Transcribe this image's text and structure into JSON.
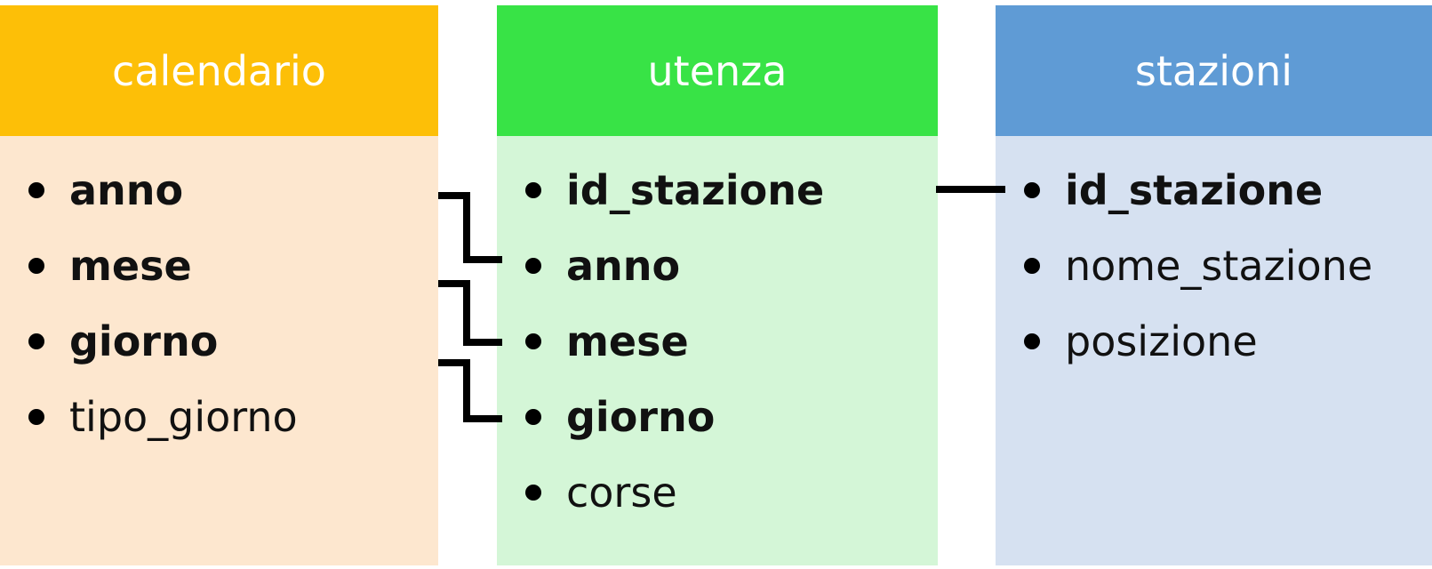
{
  "tables": [
    {
      "id": "calendario",
      "title": "calendario",
      "header_color": "#FDBF07",
      "body_color": "#FDE7CF",
      "fields": [
        {
          "label": "anno",
          "key": true
        },
        {
          "label": "mese",
          "key": true
        },
        {
          "label": "giorno",
          "key": true
        },
        {
          "label": "tipo_giorno",
          "key": false
        }
      ]
    },
    {
      "id": "utenza",
      "title": "utenza",
      "header_color": "#38E346",
      "body_color": "#D4F6D7",
      "fields": [
        {
          "label": "id_stazione",
          "key": true
        },
        {
          "label": "anno",
          "key": true
        },
        {
          "label": "mese",
          "key": true
        },
        {
          "label": "giorno",
          "key": true
        },
        {
          "label": "corse",
          "key": false
        }
      ]
    },
    {
      "id": "stazioni",
      "title": "stazioni",
      "header_color": "#5F9BD5",
      "body_color": "#D6E1F1",
      "fields": [
        {
          "label": "id_stazione",
          "key": true
        },
        {
          "label": "nome_stazione",
          "key": false
        },
        {
          "label": "posizione",
          "key": false
        }
      ]
    }
  ],
  "relationships": [
    {
      "from": "calendario.anno",
      "to": "utenza.anno"
    },
    {
      "from": "calendario.mese",
      "to": "utenza.mese"
    },
    {
      "from": "calendario.giorno",
      "to": "utenza.giorno"
    },
    {
      "from": "utenza.id_stazione",
      "to": "stazioni.id_stazione"
    }
  ]
}
